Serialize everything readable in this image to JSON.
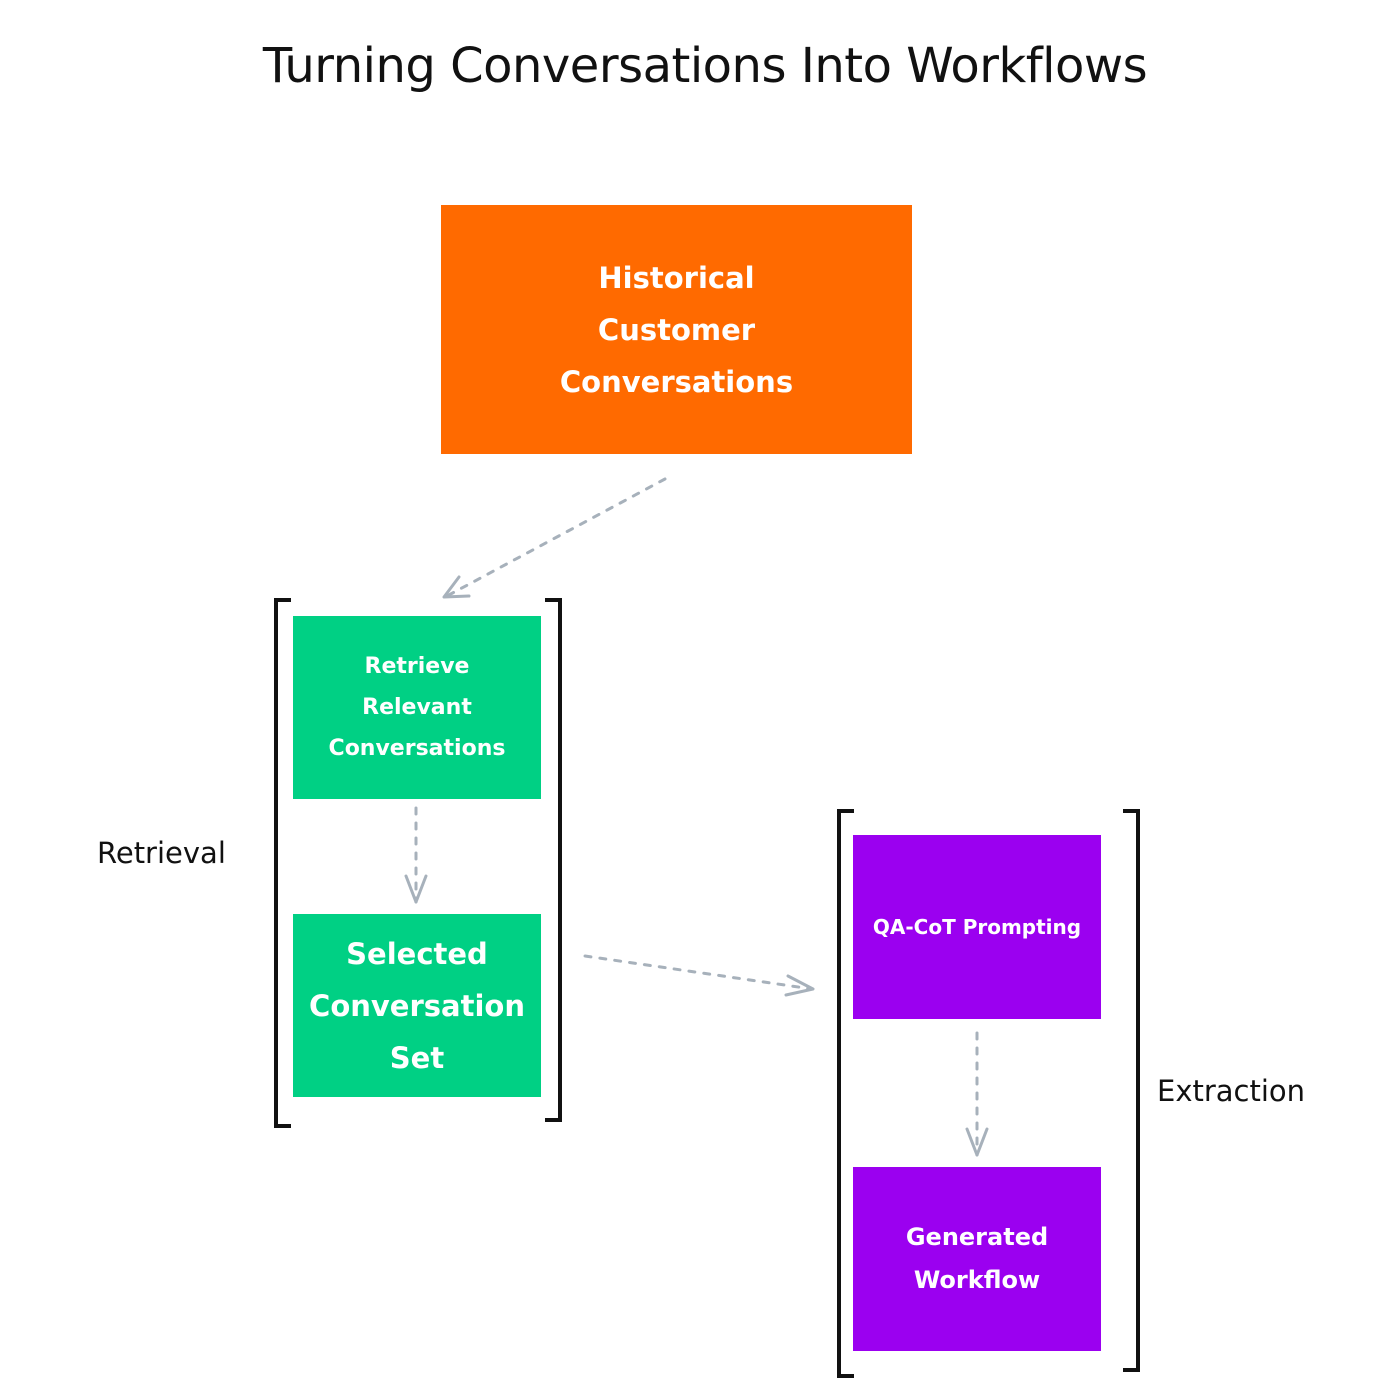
{
  "title": "Turning Conversations Into Workflows",
  "nodes": {
    "historical": {
      "label": "Historical\nCustomer\nConversations",
      "color": "#ff6a00"
    },
    "retrieve": {
      "label": "Retrieve\nRelevant\nConversations",
      "color": "#00d084"
    },
    "selected": {
      "label": "Selected\nConversation\nSet",
      "color": "#00d084"
    },
    "qacot": {
      "label": "QA-CoT Prompting",
      "color": "#9b00f0"
    },
    "workflow": {
      "label": "Generated\nWorkflow",
      "color": "#9b00f0"
    }
  },
  "groups": {
    "retrieval": {
      "label": "Retrieval"
    },
    "extraction": {
      "label": "Extraction"
    }
  },
  "edge_color": "#a7b1bb",
  "bracket_color": "#111111"
}
